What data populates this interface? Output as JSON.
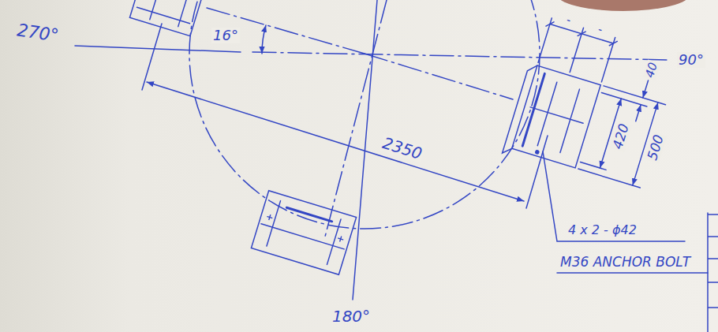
{
  "diagram": {
    "labels": [
      "270°",
      "16°",
      "90°",
      "40",
      "420",
      "500",
      "-",
      "-",
      "2350",
      "4 x 2 - ϕ42",
      "M36 ANCHOR BOLT",
      "180°"
    ]
  }
}
